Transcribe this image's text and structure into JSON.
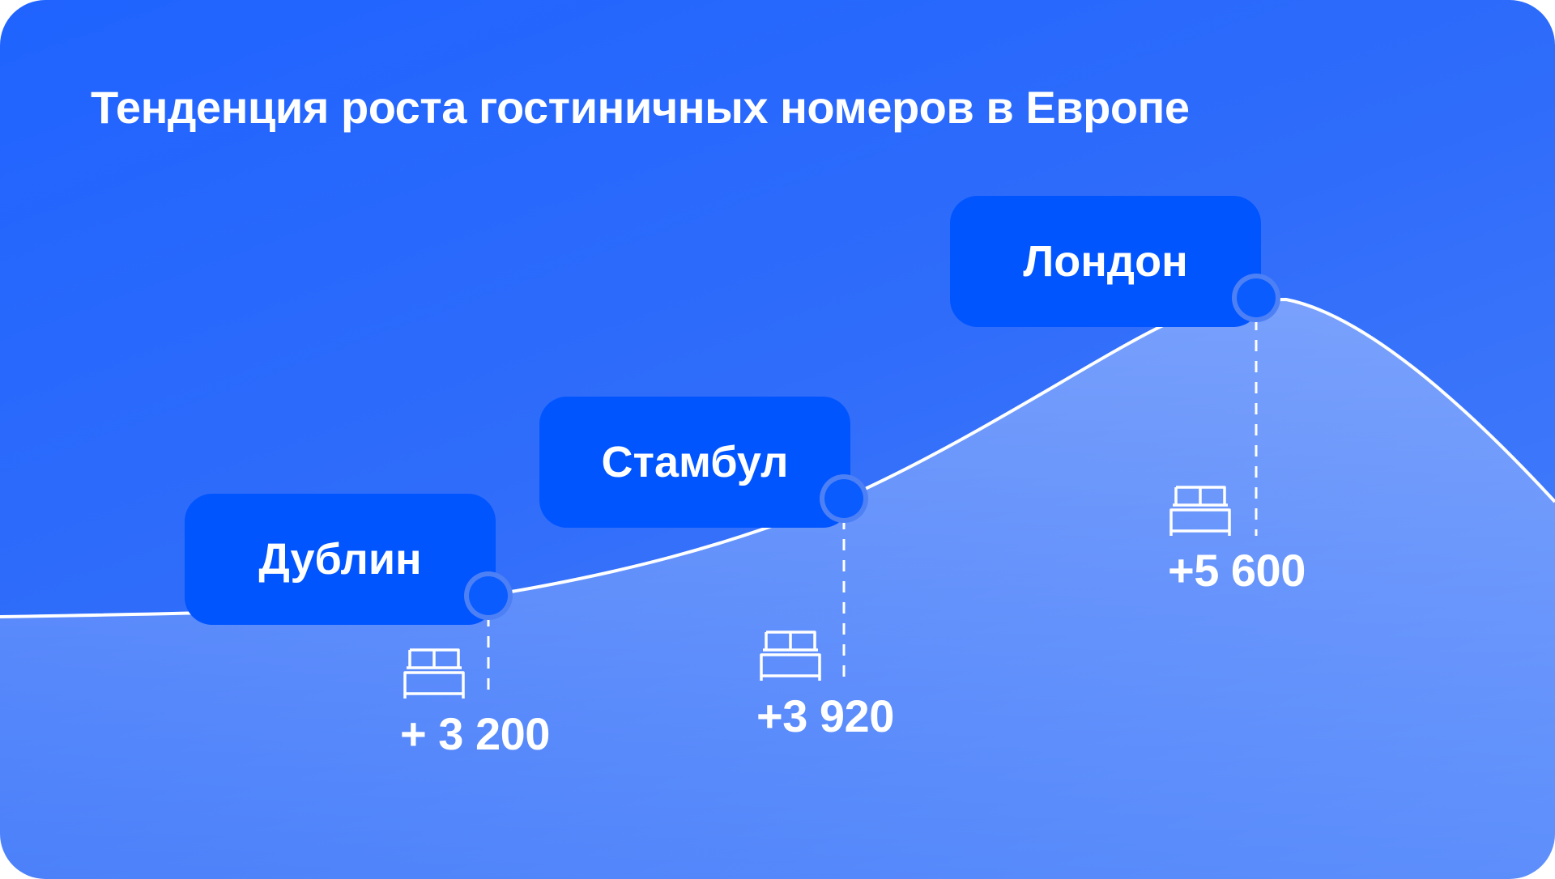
{
  "colors": {
    "background_start": "#1f63ff",
    "background_end": "#4b82fb",
    "label_fill": "#0055ff",
    "marker_fill": "#0a5cff",
    "line": "#ffffff"
  },
  "icons": [
    "bed-icon"
  ],
  "chart_data": {
    "type": "area",
    "title": "Тенденция роста гостиничных номеров в Европе",
    "xlabel": "",
    "ylabel": "",
    "grid": false,
    "categories": [
      "Дублин",
      "Стамбул",
      "Лондон"
    ],
    "value_labels": [
      "+ 3 200",
      "+3 920",
      "+5 600"
    ],
    "values": [
      3200,
      3920,
      5600
    ]
  }
}
